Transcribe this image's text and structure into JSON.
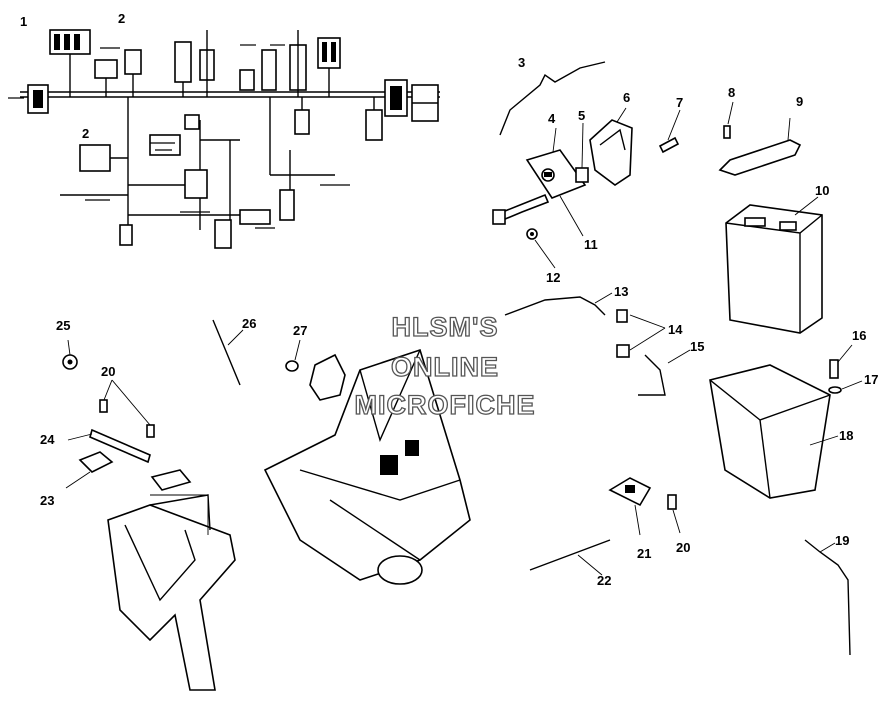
{
  "watermark": {
    "line1": "HLSM'S",
    "line2": "ONLINE",
    "line3": "MICROFICHE"
  },
  "callouts": [
    {
      "id": "c1",
      "label": "1"
    },
    {
      "id": "c2a",
      "label": "2"
    },
    {
      "id": "c2b",
      "label": "2"
    },
    {
      "id": "c3",
      "label": "3"
    },
    {
      "id": "c4",
      "label": "4"
    },
    {
      "id": "c5",
      "label": "5"
    },
    {
      "id": "c6",
      "label": "6"
    },
    {
      "id": "c7",
      "label": "7"
    },
    {
      "id": "c8",
      "label": "8"
    },
    {
      "id": "c9",
      "label": "9"
    },
    {
      "id": "c10",
      "label": "10"
    },
    {
      "id": "c11",
      "label": "11"
    },
    {
      "id": "c12",
      "label": "12"
    },
    {
      "id": "c13",
      "label": "13"
    },
    {
      "id": "c14",
      "label": "14"
    },
    {
      "id": "c15",
      "label": "15"
    },
    {
      "id": "c16",
      "label": "16"
    },
    {
      "id": "c17",
      "label": "17"
    },
    {
      "id": "c18",
      "label": "18"
    },
    {
      "id": "c19",
      "label": "19"
    },
    {
      "id": "c20a",
      "label": "20"
    },
    {
      "id": "c20b",
      "label": "20"
    },
    {
      "id": "c21",
      "label": "21"
    },
    {
      "id": "c22",
      "label": "22"
    },
    {
      "id": "c23",
      "label": "23"
    },
    {
      "id": "c24",
      "label": "24"
    },
    {
      "id": "c25",
      "label": "25"
    },
    {
      "id": "c26",
      "label": "26"
    },
    {
      "id": "c27",
      "label": "27"
    }
  ]
}
